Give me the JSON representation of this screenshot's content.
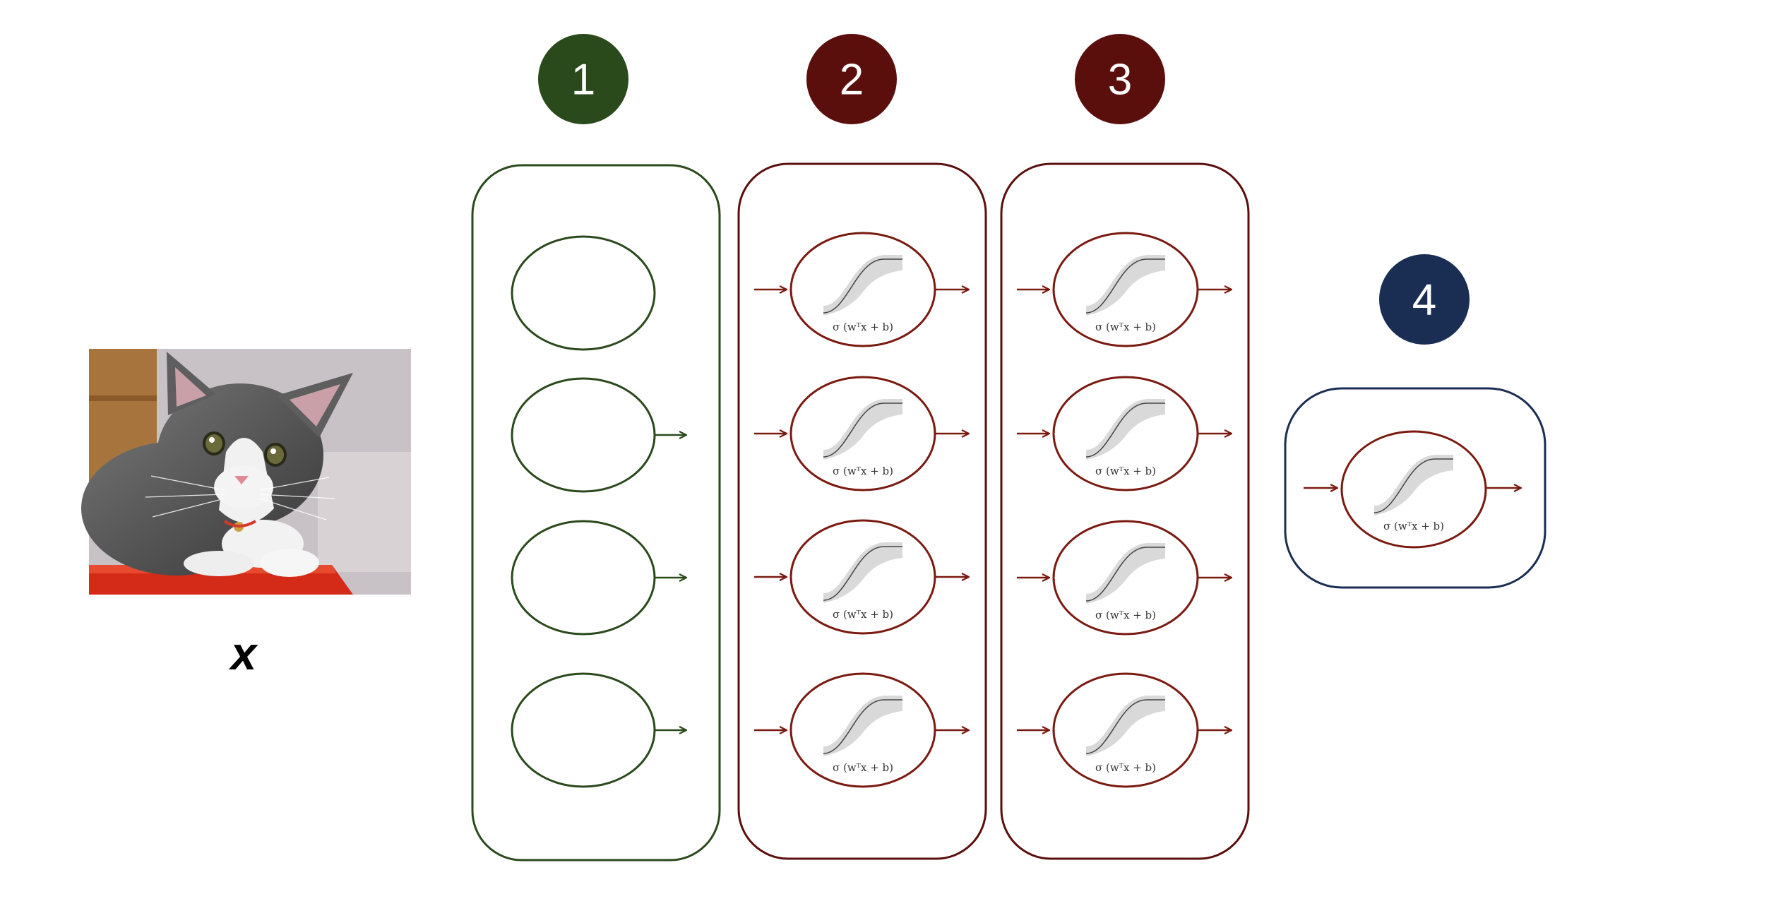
{
  "input": {
    "image": "kitten-photo",
    "label": "x"
  },
  "layers": [
    {
      "number": "1",
      "color": "#2a4a1c",
      "neurons": 4,
      "activation": false,
      "formula": ""
    },
    {
      "number": "2",
      "color": "#5a0f0c",
      "neurons": 4,
      "activation": true,
      "formula": "σ (wᵀx + b)"
    },
    {
      "number": "3",
      "color": "#5a0f0c",
      "neurons": 4,
      "activation": true,
      "formula": "σ (wᵀx + b)"
    },
    {
      "number": "4",
      "color": "#1a2d52",
      "neurons": 1,
      "activation": true,
      "formula": "σ (wᵀx + b)"
    }
  ],
  "colors": {
    "input_layer": "#2a4a1c",
    "hidden_layer": "#5a0f0c",
    "output_box": "#1a2d52",
    "sigmoid_band": "#d9d9d9",
    "sigmoid_curve": "#444444"
  }
}
